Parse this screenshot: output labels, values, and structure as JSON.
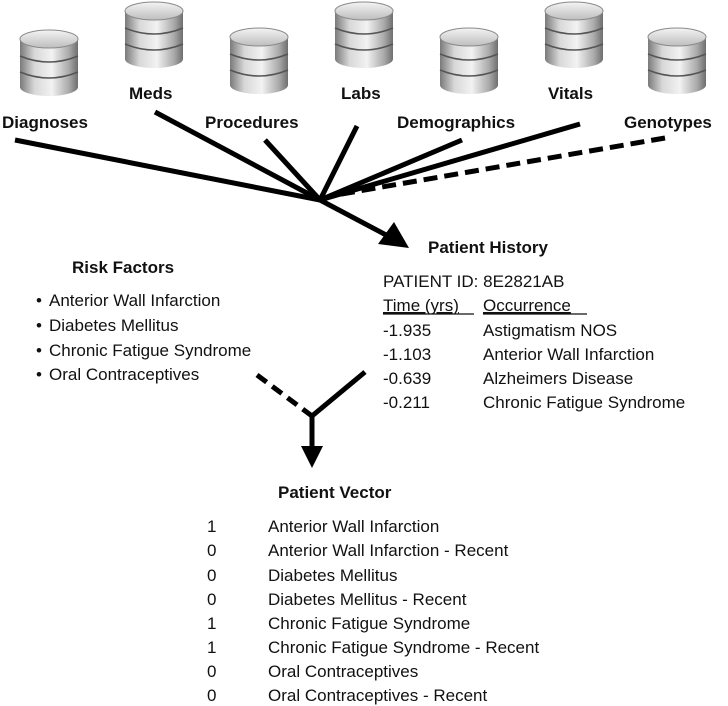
{
  "sources": [
    {
      "label": "Diagnoses",
      "icon": "database-icon"
    },
    {
      "label": "Meds",
      "icon": "database-icon"
    },
    {
      "label": "Procedures",
      "icon": "database-icon"
    },
    {
      "label": "Labs",
      "icon": "database-icon"
    },
    {
      "label": "Demographics",
      "icon": "database-icon"
    },
    {
      "label": "Vitals",
      "icon": "database-icon"
    },
    {
      "label": "Genotypes",
      "icon": "database-icon"
    }
  ],
  "patient_history": {
    "title": "Patient History",
    "patient_id": "PATIENT ID: 8E2821AB",
    "col_time": "Time (yrs)",
    "col_occurrence": "Occurrence",
    "rows": [
      {
        "time": "-1.935",
        "occurrence": "Astigmatism NOS"
      },
      {
        "time": "-1.103",
        "occurrence": "Anterior Wall Infarction"
      },
      {
        "time": "-0.639",
        "occurrence": "Alzheimers Disease"
      },
      {
        "time": "-0.211",
        "occurrence": "Chronic Fatigue Syndrome"
      }
    ]
  },
  "risk_factors": {
    "title": "Risk Factors",
    "items": [
      "Anterior Wall Infarction",
      "Diabetes Mellitus",
      "Chronic Fatigue Syndrome",
      "Oral Contraceptives"
    ]
  },
  "patient_vector": {
    "title": "Patient Vector",
    "rows": [
      {
        "value": "1",
        "label": "Anterior Wall Infarction"
      },
      {
        "value": "0",
        "label": "Anterior Wall Infarction - Recent"
      },
      {
        "value": "0",
        "label": "Diabetes Mellitus"
      },
      {
        "value": "0",
        "label": "Diabetes Mellitus - Recent"
      },
      {
        "value": "1",
        "label": "Chronic Fatigue Syndrome"
      },
      {
        "value": "1",
        "label": "Chronic Fatigue Syndrome - Recent"
      },
      {
        "value": "0",
        "label": "Oral Contraceptives"
      },
      {
        "value": "0",
        "label": "Oral Contraceptives - Recent"
      }
    ]
  }
}
